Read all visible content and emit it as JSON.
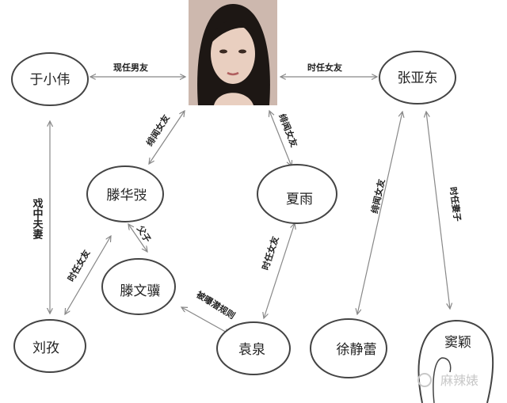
{
  "nodes": {
    "yu_xiaowei": "于小伟",
    "zhang_yadong": "张亚东",
    "teng_huatao": "滕华弢",
    "xia_yu": "夏雨",
    "teng_wenji": "滕文骥",
    "liu_zi": "刘孜",
    "yuan_quan": "袁泉",
    "xu_jinglei": "徐静蕾",
    "dou_ying": "窦颖"
  },
  "edges": {
    "current_boyfriend": "现任男友",
    "then_girlfriend_top": "时任女友",
    "rumored_gf_teng": "绯闻女友",
    "rumored_gf_xia": "绯闻女友",
    "on_screen_couple": "戏中夫妻",
    "father_son": "父子",
    "then_gf_liu": "时任女友",
    "exposed_casting_couch": "被曝潜规则",
    "then_gf_yuan": "时任女友",
    "rumored_gf_xu": "绯闻女友",
    "then_wife": "时任妻子"
  },
  "watermark": "麻辣婊",
  "colors": {
    "line": "#888888",
    "ellipse": "#444444"
  }
}
